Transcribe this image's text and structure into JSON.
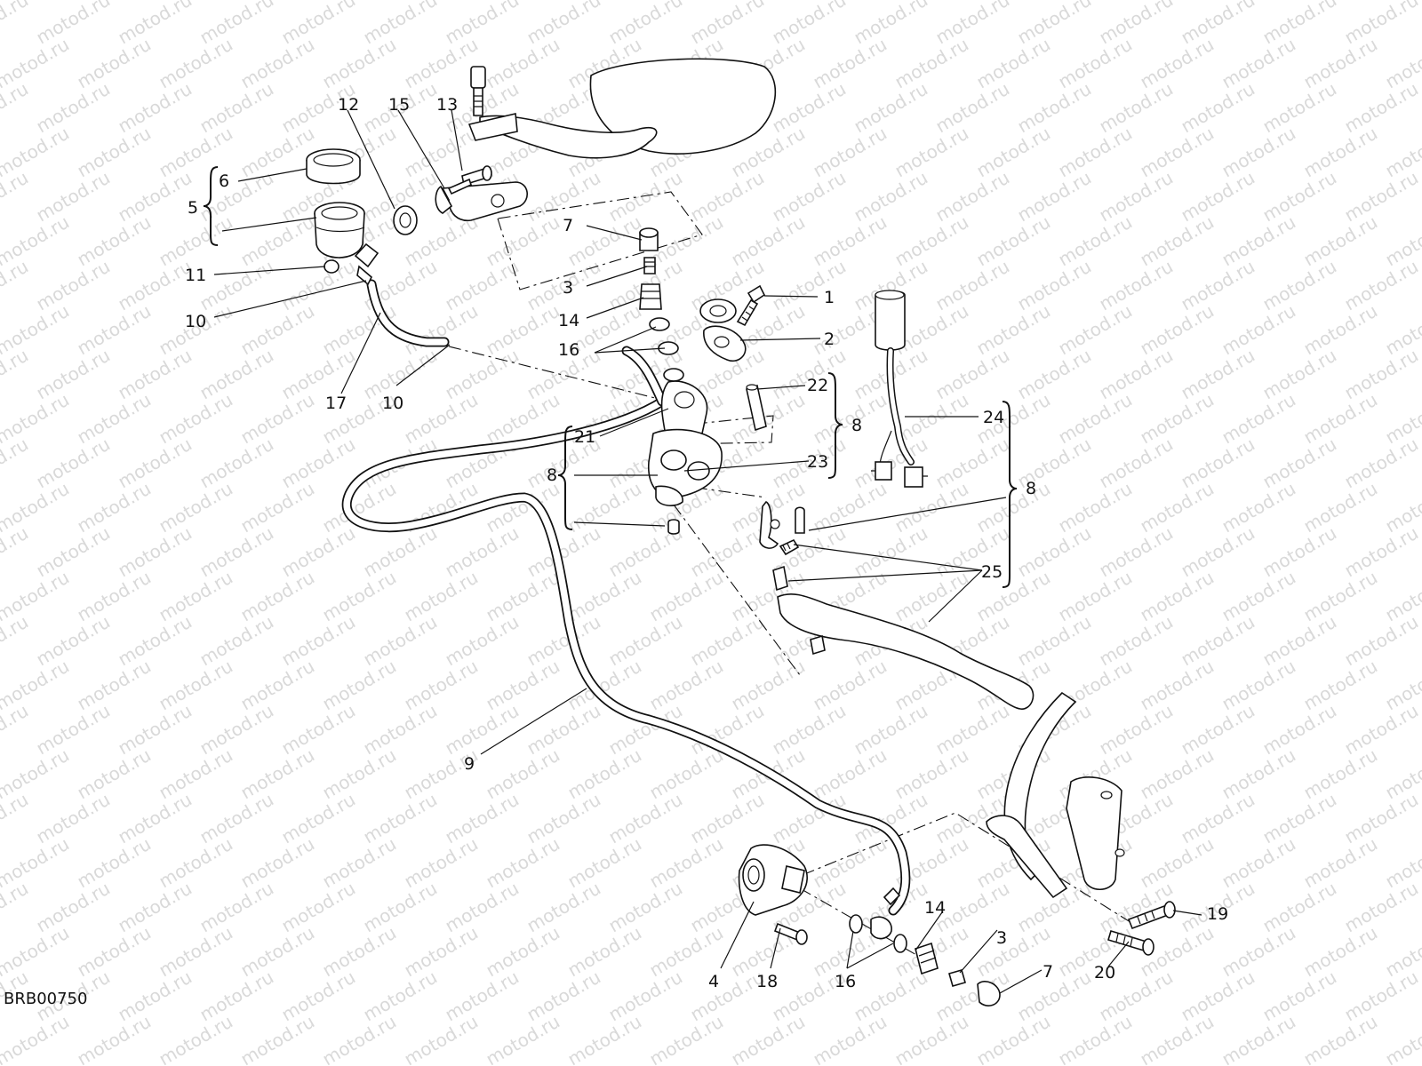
{
  "diagram": {
    "code": "BRB00750",
    "watermark": "motod.ru",
    "callouts": [
      {
        "id": "c12",
        "text": "12"
      },
      {
        "id": "c15",
        "text": "15"
      },
      {
        "id": "c13",
        "text": "13"
      },
      {
        "id": "c6",
        "text": "6"
      },
      {
        "id": "c5",
        "text": "5"
      },
      {
        "id": "c11",
        "text": "11"
      },
      {
        "id": "c10a",
        "text": "10"
      },
      {
        "id": "c17",
        "text": "17"
      },
      {
        "id": "c10b",
        "text": "10"
      },
      {
        "id": "c7a",
        "text": "7"
      },
      {
        "id": "c3a",
        "text": "3"
      },
      {
        "id": "c14a",
        "text": "14"
      },
      {
        "id": "c16a",
        "text": "16"
      },
      {
        "id": "c1",
        "text": "1"
      },
      {
        "id": "c2",
        "text": "2"
      },
      {
        "id": "c22",
        "text": "22"
      },
      {
        "id": "c8a",
        "text": "8"
      },
      {
        "id": "c21",
        "text": "21"
      },
      {
        "id": "c8b",
        "text": "8"
      },
      {
        "id": "c23",
        "text": "23"
      },
      {
        "id": "c24",
        "text": "24"
      },
      {
        "id": "c8c",
        "text": "8"
      },
      {
        "id": "c25",
        "text": "25"
      },
      {
        "id": "c9",
        "text": "9"
      },
      {
        "id": "c14b",
        "text": "14"
      },
      {
        "id": "c3b",
        "text": "3"
      },
      {
        "id": "c19",
        "text": "19"
      },
      {
        "id": "c20",
        "text": "20"
      },
      {
        "id": "c4",
        "text": "4"
      },
      {
        "id": "c18",
        "text": "18"
      },
      {
        "id": "c16b",
        "text": "16"
      },
      {
        "id": "c7b",
        "text": "7"
      }
    ]
  }
}
